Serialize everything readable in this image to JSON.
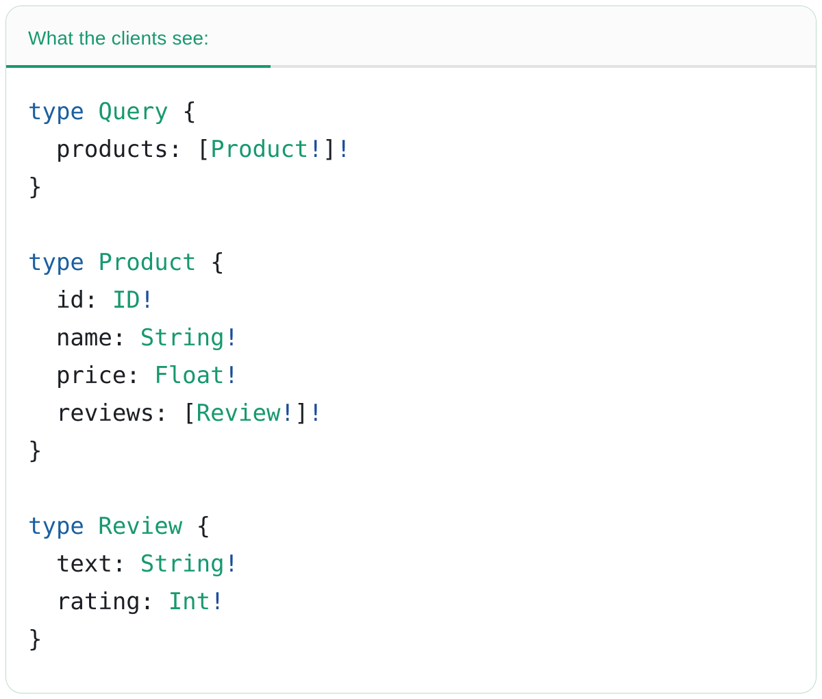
{
  "theme": {
    "accent": "#17996F",
    "tab_line_gray": "#E2E2E2",
    "card_border": "#BCDCC6",
    "tabbar_bg": "#FBFBFB"
  },
  "tab": {
    "label": "What the clients see:"
  },
  "code": {
    "palette": {
      "keyword": "#1B5FA0",
      "type": "#17996F",
      "bang": "#1B4E9B",
      "plain": "#1B1F24"
    },
    "lines": [
      [
        {
          "text": "type ",
          "color": "keyword"
        },
        {
          "text": "Query",
          "color": "type"
        },
        {
          "text": " {",
          "color": "plain"
        }
      ],
      [
        {
          "text": "  products: [",
          "color": "plain"
        },
        {
          "text": "Product",
          "color": "type"
        },
        {
          "text": "!",
          "color": "bang"
        },
        {
          "text": "]",
          "color": "plain"
        },
        {
          "text": "!",
          "color": "bang"
        }
      ],
      [
        {
          "text": "}",
          "color": "plain"
        }
      ],
      [],
      [
        {
          "text": "type ",
          "color": "keyword"
        },
        {
          "text": "Product",
          "color": "type"
        },
        {
          "text": " {",
          "color": "plain"
        }
      ],
      [
        {
          "text": "  id: ",
          "color": "plain"
        },
        {
          "text": "ID",
          "color": "type"
        },
        {
          "text": "!",
          "color": "bang"
        }
      ],
      [
        {
          "text": "  name: ",
          "color": "plain"
        },
        {
          "text": "String",
          "color": "type"
        },
        {
          "text": "!",
          "color": "bang"
        }
      ],
      [
        {
          "text": "  price: ",
          "color": "plain"
        },
        {
          "text": "Float",
          "color": "type"
        },
        {
          "text": "!",
          "color": "bang"
        }
      ],
      [
        {
          "text": "  reviews: [",
          "color": "plain"
        },
        {
          "text": "Review",
          "color": "type"
        },
        {
          "text": "!",
          "color": "bang"
        },
        {
          "text": "]",
          "color": "plain"
        },
        {
          "text": "!",
          "color": "bang"
        }
      ],
      [
        {
          "text": "}",
          "color": "plain"
        }
      ],
      [],
      [
        {
          "text": "type ",
          "color": "keyword"
        },
        {
          "text": "Review",
          "color": "type"
        },
        {
          "text": " {",
          "color": "plain"
        }
      ],
      [
        {
          "text": "  text: ",
          "color": "plain"
        },
        {
          "text": "String",
          "color": "type"
        },
        {
          "text": "!",
          "color": "bang"
        }
      ],
      [
        {
          "text": "  rating: ",
          "color": "plain"
        },
        {
          "text": "Int",
          "color": "type"
        },
        {
          "text": "!",
          "color": "bang"
        }
      ],
      [
        {
          "text": "}",
          "color": "plain"
        }
      ]
    ]
  }
}
